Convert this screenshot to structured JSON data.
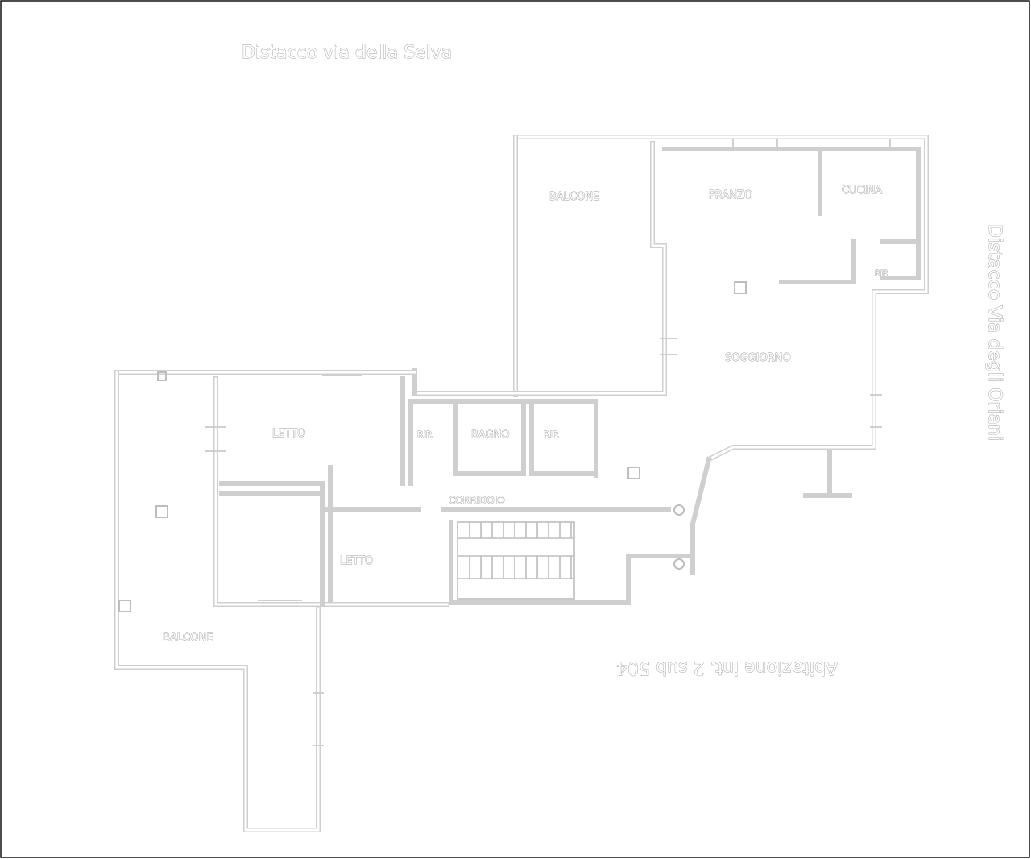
{
  "labels": {
    "top_title": "Distacco via della Selva",
    "right_title": "Distacco Via degli Oriani",
    "bottom_title": "Abitazione int. 2 sub 504"
  },
  "rooms": {
    "balcone_top": "BALCONE",
    "pranzo": "PRANZO",
    "cucina": "CUCINA",
    "rip_kitchen": "RIP.",
    "soggiorno": "SOGGIORNO",
    "letto_upper": "LETTO",
    "rip_left": "RIP.",
    "bagno": "BAGNO",
    "rip_right": "RIP.",
    "corridoio": "CORRIDOIO",
    "letto_lower": "LETTO",
    "balcone_left": "BALCONE"
  }
}
